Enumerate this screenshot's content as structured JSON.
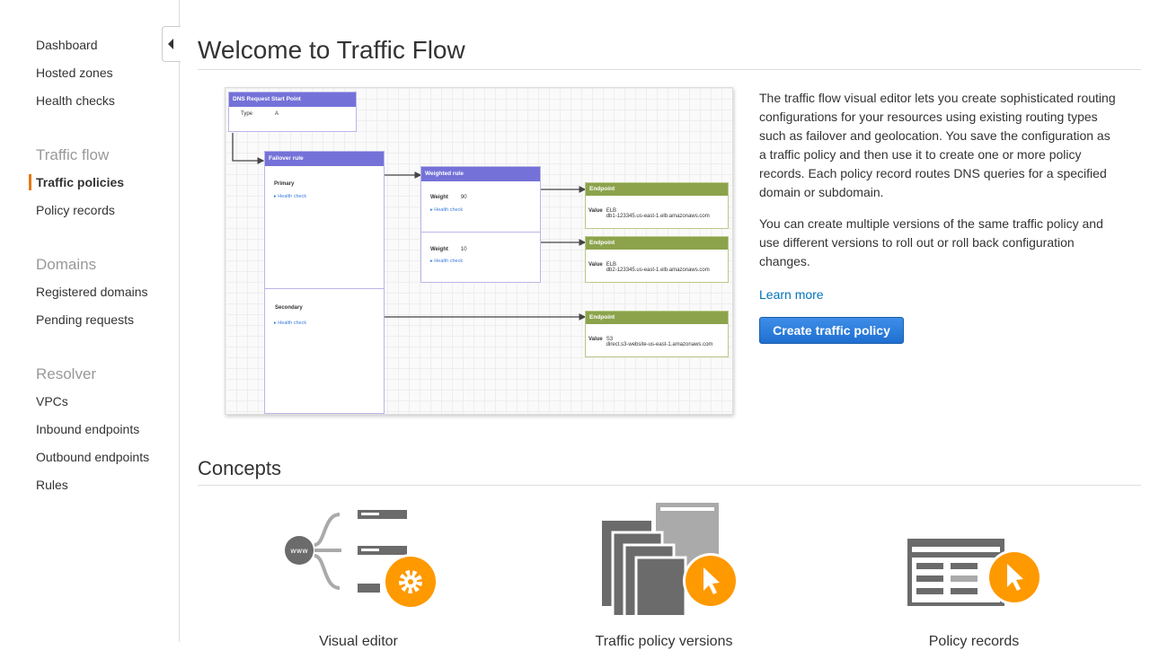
{
  "sidebar": {
    "items": [
      {
        "label": "Dashboard"
      },
      {
        "label": "Hosted zones"
      },
      {
        "label": "Health checks"
      }
    ],
    "sections": [
      {
        "heading": "Traffic flow",
        "items": [
          {
            "label": "Traffic policies",
            "active": true
          },
          {
            "label": "Policy records"
          }
        ]
      },
      {
        "heading": "Domains",
        "items": [
          {
            "label": "Registered domains"
          },
          {
            "label": "Pending requests"
          }
        ]
      },
      {
        "heading": "Resolver",
        "items": [
          {
            "label": "VPCs"
          },
          {
            "label": "Inbound endpoints"
          },
          {
            "label": "Outbound endpoints"
          },
          {
            "label": "Rules"
          }
        ]
      }
    ],
    "active_color": "#e47911"
  },
  "main": {
    "title": "Welcome to Traffic Flow",
    "diagram": {
      "start": {
        "title": "DNS Request Start Point",
        "type_label": "Type",
        "type_value": "A"
      },
      "failover": {
        "title": "Failover rule",
        "primary": "Primary",
        "secondary": "Secondary",
        "health_check": "Health check"
      },
      "weighted": {
        "title": "Weighted rule",
        "weight_label": "Weight",
        "w1": "90",
        "w2": "10",
        "health_check": "Health check"
      },
      "endpoints": [
        {
          "title": "Endpoint",
          "value_label": "Value",
          "type": "ELB",
          "value": "db1-123345.us-east-1.elb.amazonaws.com"
        },
        {
          "title": "Endpoint",
          "value_label": "Value",
          "type": "ELB",
          "value": "db2-123345.us-east-1.elb.amazonaws.com"
        },
        {
          "title": "Endpoint",
          "value_label": "Value",
          "type": "S3",
          "value": "direct.s3-website-us-east-1.amazonaws.com"
        }
      ]
    },
    "paragraph1": "The traffic flow visual editor lets you create sophisticated routing configurations for your resources using existing routing types such as failover and geolocation. You save the configuration as a traffic policy and then use it to create one or more policy records. Each policy record routes DNS queries for a specified domain or subdomain.",
    "paragraph2": "You can create multiple versions of the same traffic policy and use different versions to roll out or roll back configuration changes.",
    "learn_more": "Learn more",
    "create_button": "Create traffic policy",
    "concepts_title": "Concepts",
    "concepts": [
      {
        "icon": "visual-editor-icon",
        "label": "Visual editor"
      },
      {
        "icon": "traffic-policy-versions-icon",
        "label": "Traffic policy versions"
      },
      {
        "icon": "policy-records-icon",
        "label": "Policy records"
      }
    ],
    "accent": "#ff9900",
    "button_color": "#1f6fd1"
  }
}
